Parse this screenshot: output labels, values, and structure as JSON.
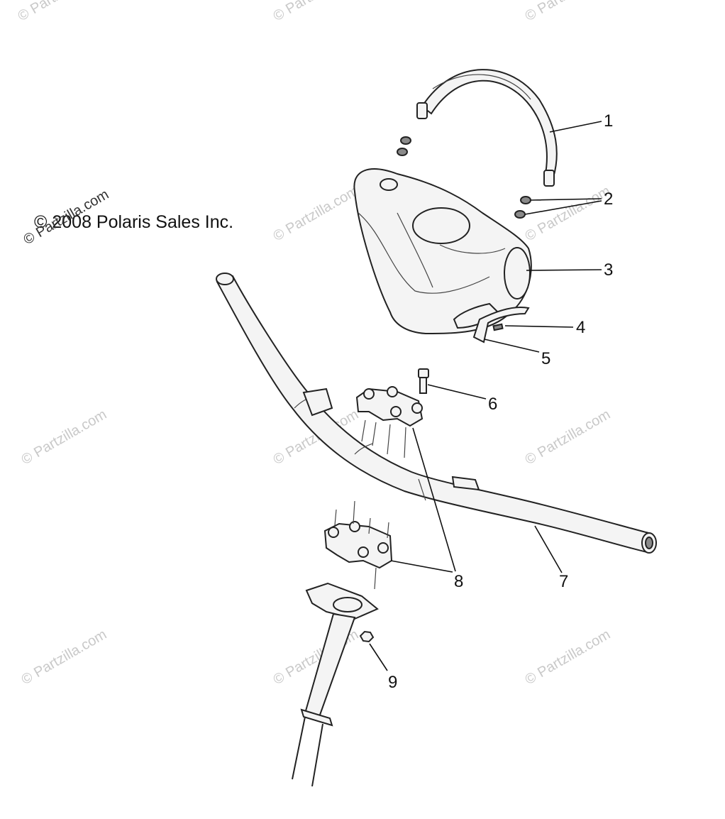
{
  "copyright": "© 2008 Polaris Sales Inc.",
  "watermark": "© Partzilla.com",
  "callouts": [
    "1",
    "2",
    "3",
    "4",
    "5",
    "6",
    "7",
    "8",
    "9"
  ]
}
